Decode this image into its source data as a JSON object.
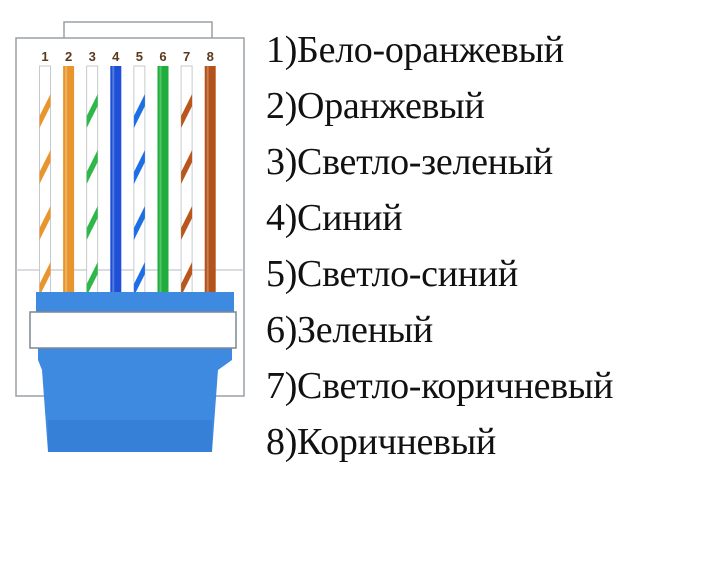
{
  "wires": [
    {
      "pin": "1",
      "label": "1)Бело-оранжевый",
      "color": "#e8952e",
      "striped": true
    },
    {
      "pin": "2",
      "label": "2)Оранжевый",
      "color": "#e8952e",
      "striped": false
    },
    {
      "pin": "3",
      "label": "3)Светло-зеленый",
      "color": "#2fb84a",
      "striped": true
    },
    {
      "pin": "4",
      "label": "4)Синий",
      "color": "#1e4fd6",
      "striped": false
    },
    {
      "pin": "5",
      "label": "5)Светло-синий",
      "color": "#1e6fe6",
      "striped": true
    },
    {
      "pin": "6",
      "label": "6)Зеленый",
      "color": "#1fae3c",
      "striped": false
    },
    {
      "pin": "7",
      "label": "7)Светло-коричневый",
      "color": "#b8561c",
      "striped": true
    },
    {
      "pin": "8",
      "label": "8)Коричневый",
      "color": "#b3521a",
      "striped": false
    }
  ],
  "colors": {
    "connector_body": "#ffffff",
    "connector_outline": "#9aa0a6",
    "boot": "#3d8ae0",
    "boot_dark": "#2c6fc6",
    "clip": "#ffffff",
    "pin_label": "#5a3a1a"
  }
}
